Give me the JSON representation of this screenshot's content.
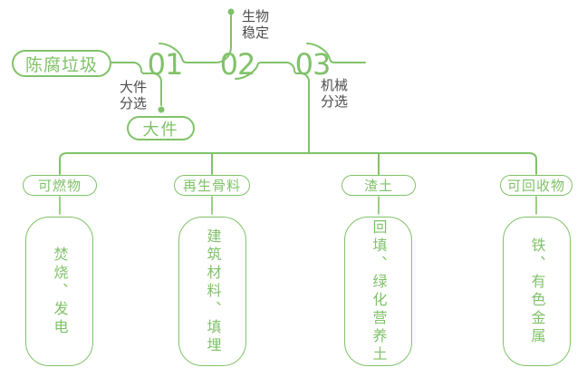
{
  "palette": {
    "line_green": "#80c269",
    "label_dark": "#4d4d4d",
    "background": "#ffffff"
  },
  "flow": {
    "source_label": "陈腐垃圾",
    "steps": [
      {
        "number": "01",
        "process_label": "大件\n分选",
        "output_label": "大件"
      },
      {
        "number": "02",
        "process_label": "生物\n稳定"
      },
      {
        "number": "03",
        "process_label": "机械\n分选"
      }
    ]
  },
  "branches": [
    {
      "category": "可燃物",
      "uses": "焚烧、发电"
    },
    {
      "category": "再生骨料",
      "uses": "建筑材料、填埋"
    },
    {
      "category": "渣土",
      "uses": "回填、绿化营养土"
    },
    {
      "category": "可回收物",
      "uses": "铁、有色金属"
    }
  ]
}
